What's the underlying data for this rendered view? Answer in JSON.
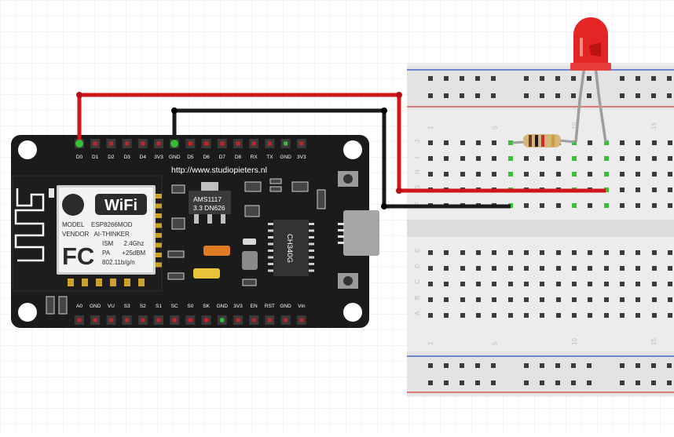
{
  "board": {
    "url": "http://www.studiopieters.nl",
    "top_pins": [
      "D0",
      "D1",
      "D2",
      "D3",
      "D4",
      "3V3",
      "GND",
      "D5",
      "D6",
      "D7",
      "D8",
      "RX",
      "TX",
      "GND",
      "3V3"
    ],
    "bottom_pins": [
      "A0",
      "GND",
      "VU",
      "S3",
      "S2",
      "S1",
      "SC",
      "S0",
      "SK",
      "GND",
      "3V3",
      "EN",
      "RST",
      "GND",
      "Vin"
    ],
    "wifi_logo": "WiFi",
    "fcc_logo": "FC",
    "module_lines": [
      "MODEL    ESP8266MOD",
      "VENDOR   AI-THINKER",
      "ISM      2.4Ghz",
      "PA       +25dBM",
      "802.11b/g/n"
    ],
    "regulator_lines": [
      "AMS1117",
      "3.3 DN626"
    ],
    "usb_chip": "CH340G"
  },
  "breadboard": {
    "row_labels": [
      "J",
      "I",
      "H",
      "G",
      "F",
      "E",
      "D",
      "C",
      "B",
      "A"
    ],
    "col_numbers": [
      "1",
      "5",
      "10",
      "15"
    ]
  },
  "colors": {
    "wire_red": "#d0161b",
    "wire_black": "#1a1a1a",
    "board": "#1b1b1b",
    "pin": "#c9a227",
    "led": "#e52424",
    "rail_red": "#d83a3a",
    "rail_blue": "#2b4fbf",
    "highlight": "#36c036"
  },
  "icons": {
    "wifi": "wifi-logo-icon",
    "fcc": "fcc-logo-icon",
    "antenna": "pcb-antenna-icon"
  }
}
